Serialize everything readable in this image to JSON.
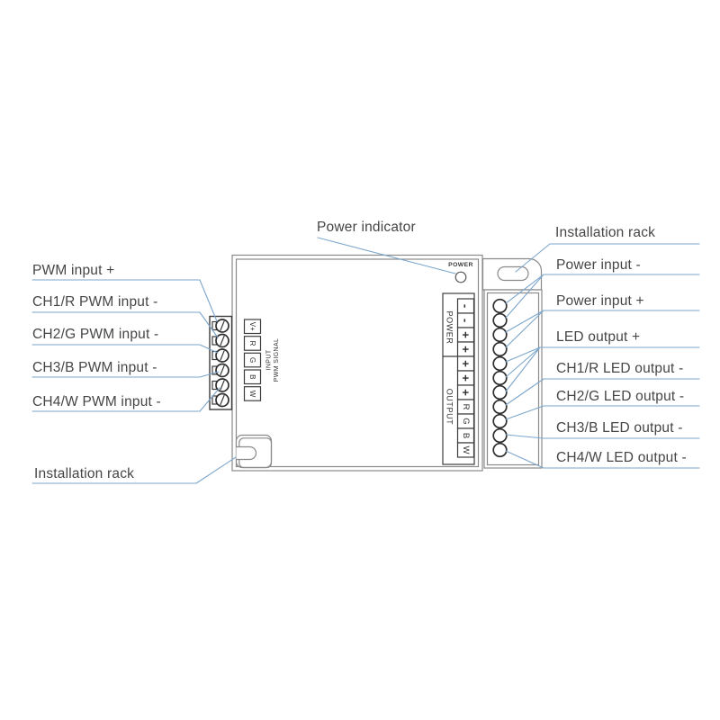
{
  "colors": {
    "leader_line": "#7CA6CC",
    "device_outline": "#8A8A8A",
    "terminal_outline": "#3C3C3C",
    "label_text": "#454545",
    "background": "#FFFFFF"
  },
  "callouts": {
    "left": [
      {
        "label": "PWM input +"
      },
      {
        "label": "CH1/R PWM input -"
      },
      {
        "label": "CH2/G PWM input -"
      },
      {
        "label": "CH3/B PWM input -"
      },
      {
        "label": "CH4/W PWM input -"
      },
      {
        "label": "Installation rack"
      }
    ],
    "top": [
      {
        "label": "Power indicator"
      },
      {
        "label": "Installation rack"
      }
    ],
    "right": [
      {
        "label": "Power input -"
      },
      {
        "label": "Power input +"
      },
      {
        "label": "LED output +"
      },
      {
        "label": "CH1/R LED output -"
      },
      {
        "label": "CH2/G LED output -"
      },
      {
        "label": "CH3/B LED output -"
      },
      {
        "label": "CH4/W LED output -"
      }
    ]
  },
  "device": {
    "power_indicator_label": "POWER",
    "input_block": {
      "title_line1": "INPUT",
      "title_line2": "PWM SIGNAL",
      "terminals": [
        "V+",
        "R",
        "G",
        "B",
        "W"
      ]
    },
    "power_section": {
      "label": "POWER",
      "terminals": [
        "-",
        "-",
        "+",
        "+"
      ]
    },
    "output_section": {
      "label": "OUTPUT",
      "terminals": [
        "+",
        "+",
        "+",
        "R",
        "G",
        "B",
        "W"
      ]
    }
  }
}
